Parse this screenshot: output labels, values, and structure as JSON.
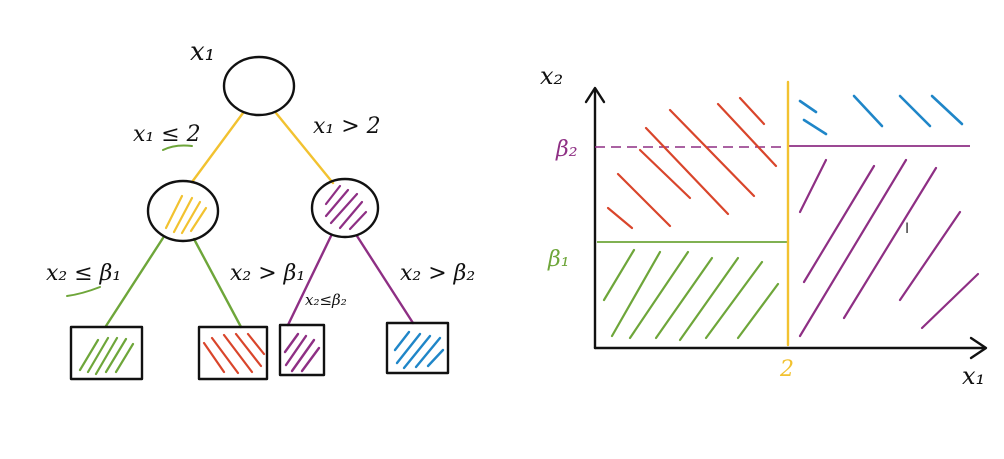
{
  "colors": {
    "ink": "#111111",
    "yellow": "#f2c230",
    "purple": "#8e2f84",
    "green": "#6ea63a",
    "red": "#d9452b",
    "blue": "#1f86c8"
  },
  "tree": {
    "root_label": "x₁",
    "left_edge_label": "x₁ ≤ 2",
    "right_edge_label": "x₁ > 2",
    "left_left_label": "x₂ ≤ β₁",
    "left_right_label": "x₂ > β₁",
    "right_left_label": "x₂≤β₂",
    "right_right_label": "x₂ > β₂"
  },
  "plot": {
    "x_axis_label": "x₁",
    "y_axis_label": "x₂",
    "beta1_label": "β₁",
    "beta2_label": "β₂",
    "split_tick_label": "2",
    "cursor_glyph": "I"
  }
}
